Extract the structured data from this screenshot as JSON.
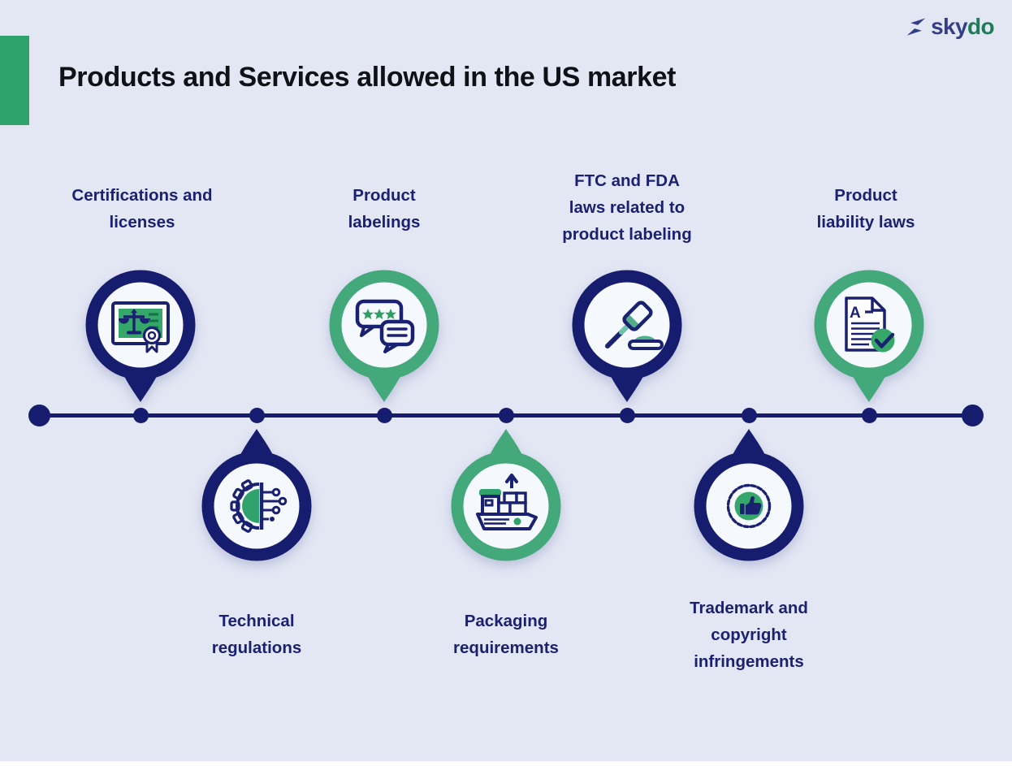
{
  "header": {
    "title": "Products and Services allowed in the US market"
  },
  "logo": {
    "name": "skydo",
    "text_primary": "sky",
    "text_secondary": "do",
    "icon": "skydo-swoosh-icon"
  },
  "theme": {
    "background": "#E3E7F4",
    "navy": "#161D6F",
    "label_navy": "#1B2171",
    "green": "#44A97A",
    "accent_bar_green": "#2FA36B",
    "title_color": "#101116"
  },
  "timeline": {
    "items": [
      {
        "label": "Certifications and licenses",
        "lines": [
          "Certifications and",
          "licenses"
        ],
        "side": "top",
        "ring_color": "navy",
        "icon": "certificate-scales-icon"
      },
      {
        "label": "Technical regulations",
        "lines": [
          "Technical",
          "regulations"
        ],
        "side": "bottom",
        "ring_color": "navy",
        "icon": "gear-circuit-icon"
      },
      {
        "label": "Product labelings",
        "lines": [
          "Product",
          "labelings"
        ],
        "side": "top",
        "ring_color": "green",
        "icon": "review-bubbles-icon"
      },
      {
        "label": "Packaging requirements",
        "lines": [
          "Packaging",
          "requirements"
        ],
        "side": "bottom",
        "ring_color": "green",
        "icon": "cargo-ship-icon"
      },
      {
        "label": "FTC and FDA laws related to product labeling",
        "lines": [
          "FTC and FDA",
          "laws related to",
          "product labeling"
        ],
        "side": "top",
        "ring_color": "navy",
        "icon": "gavel-icon"
      },
      {
        "label": "Trademark and copyright infringements",
        "lines": [
          "Trademark and",
          "copyright",
          "infringements"
        ],
        "side": "bottom",
        "ring_color": "navy",
        "icon": "thumbs-up-badge-icon"
      },
      {
        "label": "Product liability laws",
        "lines": [
          "Product",
          "liability laws"
        ],
        "side": "top",
        "ring_color": "green",
        "icon": "document-check-icon"
      }
    ]
  }
}
